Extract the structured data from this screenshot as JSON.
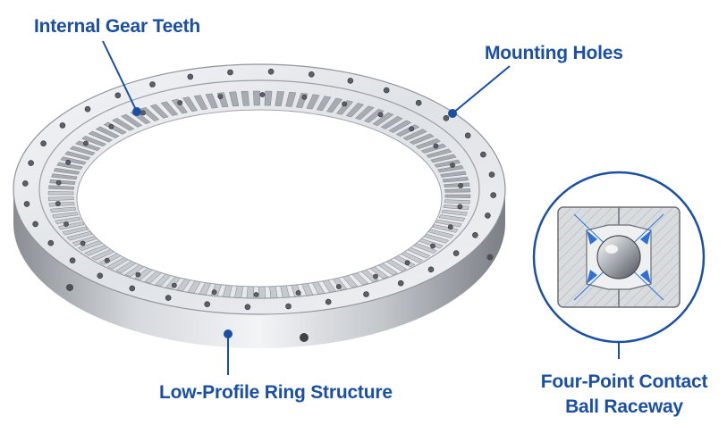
{
  "labels": {
    "internal_gear_teeth": "Internal Gear Teeth",
    "mounting_holes": "Mounting Holes",
    "ring_structure": "Low-Profile Ring Structure",
    "contact_line1": "Four-Point Contact",
    "contact_line2": "Ball Raceway"
  },
  "colors": {
    "label_blue": "#1a4fa3",
    "leader_blue": "#1a4fa3",
    "steel_light": "#e9ebee",
    "steel_mid": "#b9bdc3",
    "steel_dark": "#6e7278",
    "section_fill": "#d7dadd",
    "contact_accent": "#2f6fd6"
  },
  "icons": {
    "bearing": "slewing-ring-bearing",
    "cross_section": "ball-raceway-cross-section-icon"
  }
}
